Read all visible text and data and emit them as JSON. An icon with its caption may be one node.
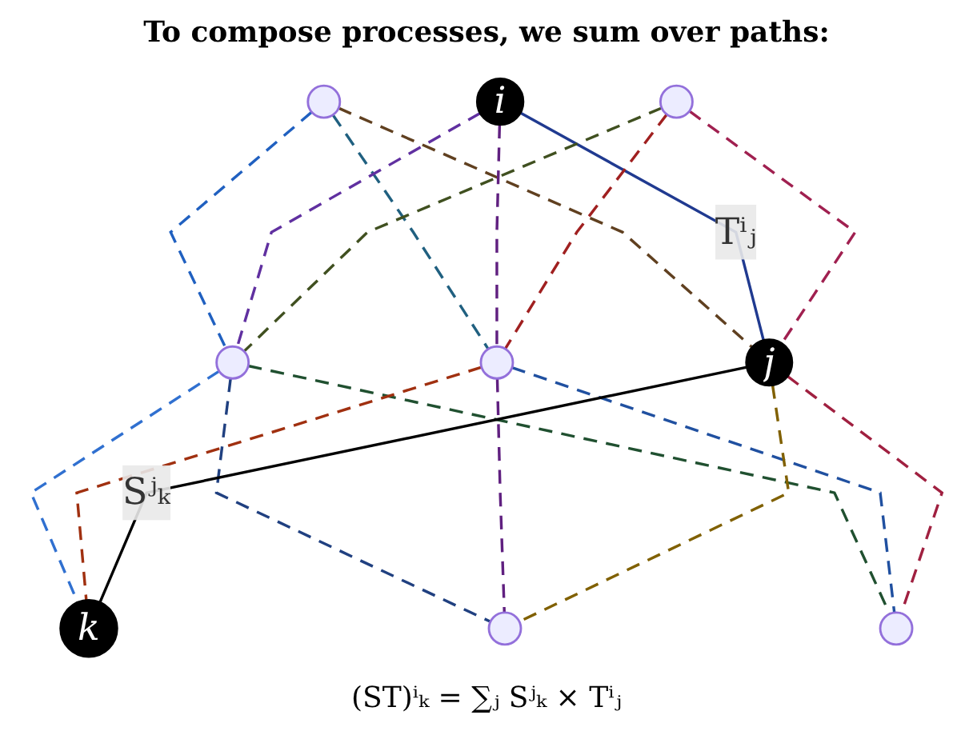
{
  "diagram": {
    "title": "To compose processes, we sum over paths:",
    "caption": "(ST)ⁱₖ = ∑ⱼ Sʲₖ × Tⁱⱼ",
    "nodes": [
      {
        "text": [],
        "shape": "circle"
      },
      {
        "text": [
          "i"
        ]
      },
      {
        "text": [],
        "shape": "circle"
      },
      {
        "text": [],
        "shape": "circle"
      },
      {
        "text": [],
        "shape": "circle"
      },
      {
        "text": [
          "j"
        ]
      },
      {
        "text": [
          "k"
        ]
      },
      {
        "text": [],
        "shape": "circle"
      },
      {
        "text": [],
        "shape": "circle"
      }
    ],
    "edges": [
      {
        "from": 0,
        "to": 3,
        "arrow": "none",
        "style": "dashed",
        "color": "#2060c0"
      },
      {
        "from": 0,
        "to": 4,
        "arrow": "none",
        "style": "dashed",
        "color": "#206080"
      },
      {
        "from": 0,
        "to": 5,
        "arrow": "none",
        "style": "dashed",
        "color": "#604020"
      },
      {
        "from": 1,
        "to": 3,
        "arrow": "none",
        "style": "dashed",
        "color": "#6030a0"
      },
      {
        "from": 1,
        "to": 4,
        "arrow": "none",
        "style": "dashed",
        "color": "#602080"
      },
      {
        "from": 1,
        "to": 5,
        "arrow": "none",
        "label": "Tⁱⱼ",
        "color": "#203a90"
      },
      {
        "from": 2,
        "to": 3,
        "arrow": "none",
        "style": "dashed",
        "color": "#405020"
      },
      {
        "from": 2,
        "to": 4,
        "arrow": "none",
        "style": "dashed",
        "color": "#a02020"
      },
      {
        "from": 2,
        "to": 5,
        "arrow": "none",
        "style": "dashed",
        "color": "#a02050"
      },
      {
        "from": 3,
        "to": 6,
        "arrow": "none",
        "style": "dashed",
        "color": "#3070d0"
      },
      {
        "from": 3,
        "to": 7,
        "arrow": "none",
        "style": "dashed",
        "color": "#204080"
      },
      {
        "from": 3,
        "to": 8,
        "arrow": "none",
        "style": "dashed",
        "color": "#205030"
      },
      {
        "from": 4,
        "to": 6,
        "arrow": "none",
        "style": "dashed",
        "color": "#a03010"
      },
      {
        "from": 4,
        "to": 7,
        "arrow": "none",
        "style": "dashed",
        "color": "#602080"
      },
      {
        "from": 4,
        "to": 8,
        "arrow": "none",
        "style": "dashed",
        "color": "#2050a0"
      },
      {
        "from": 5,
        "to": 6,
        "arrow": "none",
        "label": "Sʲₖ",
        "color": "#000000"
      },
      {
        "from": 5,
        "to": 7,
        "arrow": "none",
        "style": "dashed",
        "color": "#806000"
      },
      {
        "from": 5,
        "to": 8,
        "arrow": "none",
        "style": "dashed",
        "color": "#a02040"
      }
    ]
  }
}
